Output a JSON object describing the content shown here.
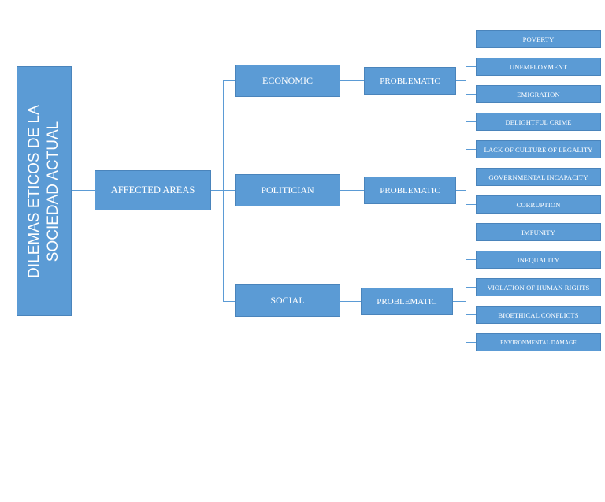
{
  "diagram": {
    "root": "DILEMAS ETICOS DE LA SOCIEDAD ACTUAL",
    "hub": "AFFECTED AREAS",
    "areas": [
      {
        "label": "ECONOMIC",
        "problem": "PROBLEMATIC",
        "issues": [
          "POVERTY",
          "UNEMPLOYMENT",
          "EMIGRATION",
          "DELIGHTFUL CRIME"
        ]
      },
      {
        "label": "POLITICIAN",
        "problem": "PROBLEMATIC",
        "issues": [
          "LACK OF CULTURE OF LEGALITY",
          "GOVERNMENTAL INCAPACITY",
          "CORRUPTION",
          "IMPUNITY"
        ]
      },
      {
        "label": "SOCIAL",
        "problem": "PROBLEMATIC",
        "issues": [
          "INEQUALITY",
          "VIOLATION OF HUMAN RIGHTS",
          "BIOETHICAL CONFLICTS",
          "ENVIRONMENTAL DAMAGE"
        ]
      }
    ],
    "colors": {
      "box_fill": "#5b9bd5",
      "box_border": "#4a84bb",
      "connector": "#5b9bd5",
      "text": "#ffffff"
    }
  }
}
